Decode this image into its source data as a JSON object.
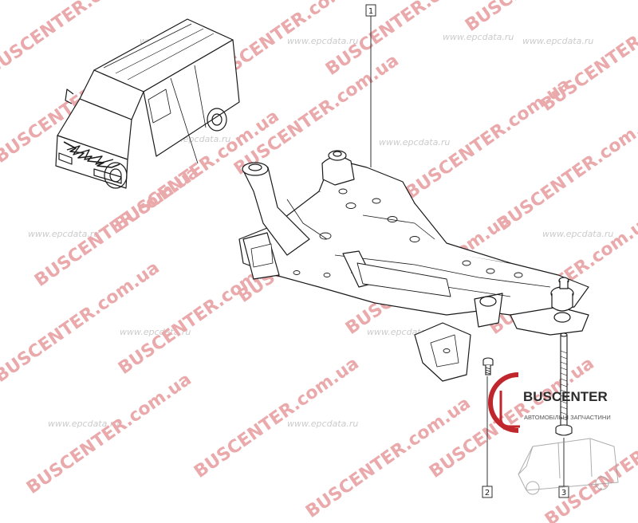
{
  "callouts": [
    {
      "number": "1"
    },
    {
      "number": "2"
    },
    {
      "number": "3"
    }
  ],
  "watermarks": {
    "site_epc": "www.epcdata.ru",
    "site_bus": "BUSCENTER.com.ua"
  },
  "logo": {
    "brand": "BUSCENTER",
    "tagline": "АВТОМОБІЛЬНІ ЗАПЧАСТИНИ",
    "brand_color": "#c0272d"
  },
  "colors": {
    "line": "#1a1a1a",
    "watermark_red": "#e6a1a3",
    "watermark_gray": "#c8c8c8"
  },
  "icons": [
    "van-thumbnail",
    "front-subframe",
    "bolt",
    "stud-bolt",
    "buscenter-logo"
  ]
}
